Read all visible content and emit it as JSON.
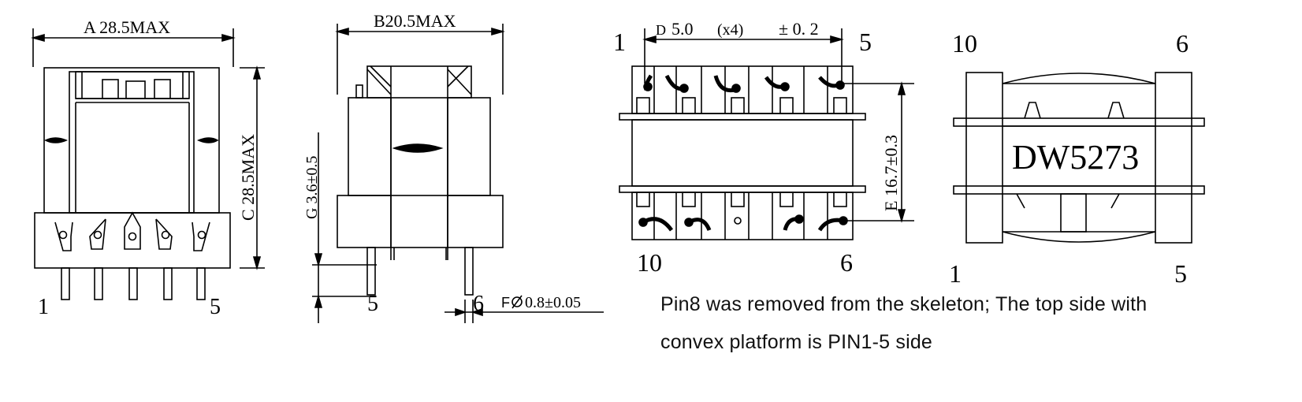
{
  "dimensions": {
    "a": "A 28.5MAX",
    "b": "B20.5MAX",
    "c": "C 28.5MAX",
    "d_label": "D",
    "d_value": "5.0",
    "d_count": "(x4)",
    "d_tol": "± 0. 2",
    "e": "E 16.7±0.3",
    "f_prefix": "F",
    "f_value": "0.8±0.05",
    "g": "G 3.6±0.5"
  },
  "pins": {
    "front_left": "1",
    "front_right": "5",
    "side_left": "5",
    "side_right": "6",
    "bottom_tl": "1",
    "bottom_tr": "5",
    "bottom_bl": "10",
    "bottom_br": "6",
    "top_tl": "10",
    "top_tr": "6",
    "top_bl": "1",
    "top_br": "5"
  },
  "marking": "DW5273",
  "note": "Pin8 was removed from the skeleton; The top side with convex platform is PIN1-5 side",
  "colors": {
    "line": "#000000",
    "background": "#ffffff"
  }
}
